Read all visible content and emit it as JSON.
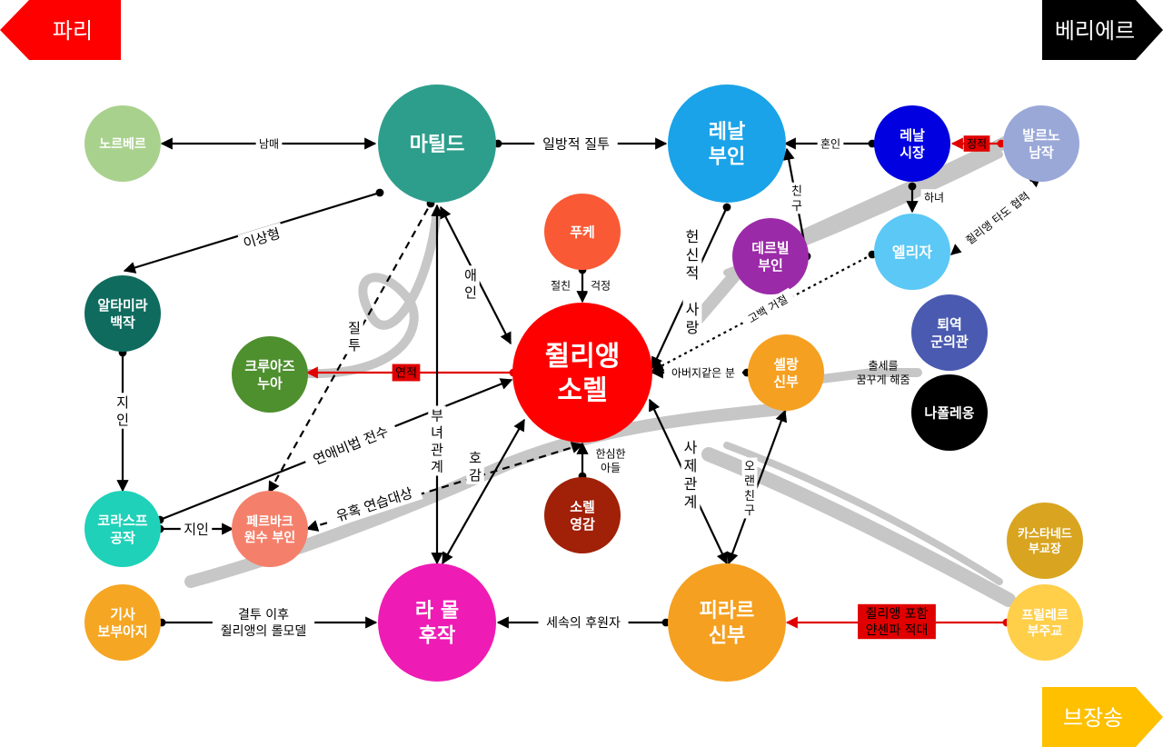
{
  "corners": {
    "paris": {
      "label": "파리",
      "color": "#ff0000",
      "text_color": "#ffffff"
    },
    "berrier": {
      "label": "베리에르",
      "color": "#000000",
      "text_color": "#ffffff"
    },
    "besancon": {
      "label": "브장송",
      "color": "#ffc000",
      "text_color": "#ffffff"
    }
  },
  "nodes": {
    "julien": {
      "label": "쥘리앵\n소렐",
      "color": "#ff0000"
    },
    "mathilde": {
      "label": "마틸드",
      "color": "#2e9e8c"
    },
    "renal_wife": {
      "label": "레날\n부인",
      "color": "#1aa3e8"
    },
    "renal_mayor": {
      "label": "레날\n시장",
      "color": "#0000e0"
    },
    "valenod": {
      "label": "발르노\n남작",
      "color": "#9aa8d8"
    },
    "elisa": {
      "label": "엘리자",
      "color": "#5bc8f5"
    },
    "derville": {
      "label": "데르빌\n부인",
      "color": "#9b2aa8"
    },
    "norbert": {
      "label": "노르베르",
      "color": "#a9d18e"
    },
    "altamira": {
      "label": "알타미라\n백작",
      "color": "#0f6b5e"
    },
    "croisenois": {
      "label": "크루아즈\n누아",
      "color": "#4e8f2e"
    },
    "korasoff": {
      "label": "코라스프\n공작",
      "color": "#1fd1b8"
    },
    "fervaques": {
      "label": "페르바크\n원수 부인",
      "color": "#f4806b"
    },
    "boisier": {
      "label": "기사\n보부아지",
      "color": "#f5a623"
    },
    "la_mole": {
      "label": "라 몰\n후작",
      "color": "#ee1cb4"
    },
    "pirard": {
      "label": "피라르\n신부",
      "color": "#f5a020"
    },
    "chelan": {
      "label": "셸랑\n신부",
      "color": "#f5a020"
    },
    "fouque": {
      "label": "푸케",
      "color": "#f95a35"
    },
    "sorel": {
      "label": "소렐\n영감",
      "color": "#a02008"
    },
    "officer": {
      "label": "퇴역\n군의관",
      "color": "#4a5ab0"
    },
    "napoleon": {
      "label": "나폴레옹",
      "color": "#000000"
    },
    "castanede": {
      "label": "카스타네드\n부교장",
      "color": "#d9a520"
    },
    "frilair": {
      "label": "프릴레르\n부주교",
      "color": "#ffcf4a"
    }
  },
  "edges": {
    "norbert_mathilde": "남매",
    "mathilde_renal": "일방적 질투",
    "renal_mayor_wife": "혼인",
    "valenod_mayor": "정적",
    "mayor_elisa": "하녀",
    "elisa_valenod": "쥘리앵 타도 협력",
    "derville_renal": "친구",
    "renal_julien": "헌신적 사랑",
    "elisa_julien": "고백 거절",
    "mathilde_altamira": "이상형",
    "altamira_korasoff": "지인",
    "croisenois_julien": "연적",
    "mathilde_julien": "애인",
    "jealousy": "질투",
    "mathilde_lamole": "부녀관계",
    "korasoff_julien": "연애비법 전수",
    "korasoff_fervaques": "지인",
    "julien_fervaques": "유혹 연습대상",
    "lamole_julien": "호감",
    "boisier_lamole": "결투 이후\n쥘리앵의 롤모델",
    "pirard_lamole": "세속의 후원자",
    "julien_pirard": "사제관계",
    "chelan_pirard": "오랜친구",
    "chelan_julien": "아버지같은 분",
    "chelan_dream": "출세를\n꿈꾸게 해줌",
    "frilair_pirard": "쥘리앵 포함\n얀센파 적대",
    "fouque_julien_left": "절친",
    "fouque_julien_right": "걱정",
    "sorel_julien": "한심한\n아들"
  }
}
